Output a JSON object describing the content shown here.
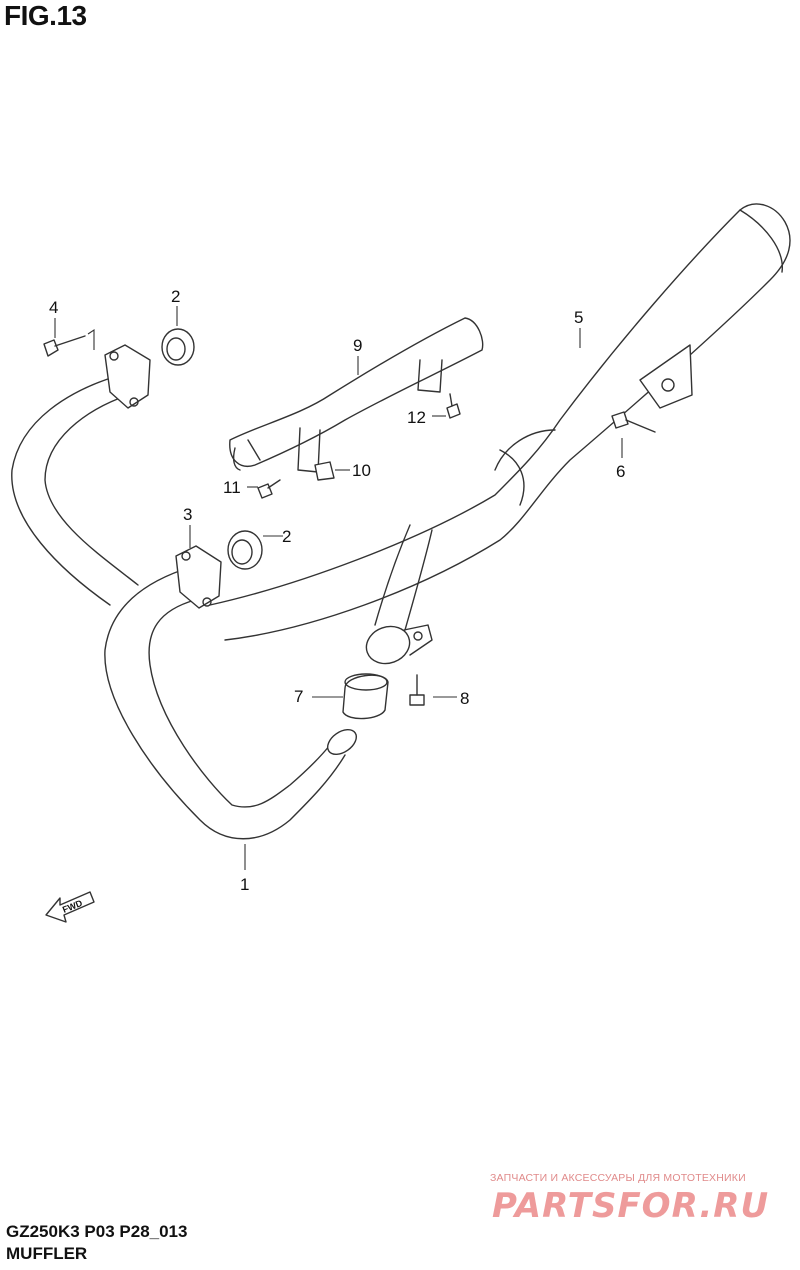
{
  "figure": {
    "title": "FIG.13",
    "code": "GZ250K3 P03 P28_013",
    "name": "MUFFLER"
  },
  "fwd_label": "FWD",
  "callouts": {
    "c1": "1",
    "c2a": "2",
    "c2b": "2",
    "c3": "3",
    "c4": "4",
    "c5": "5",
    "c6": "6",
    "c7": "7",
    "c8": "8",
    "c9": "9",
    "c10": "10",
    "c11": "11",
    "c12": "12"
  },
  "watermark": {
    "tagline": "ЗАПЧАСТИ И АКСЕССУАРЫ ДЛЯ МОТОТЕХНИКИ",
    "logo": "PARTSFOR.RU"
  }
}
